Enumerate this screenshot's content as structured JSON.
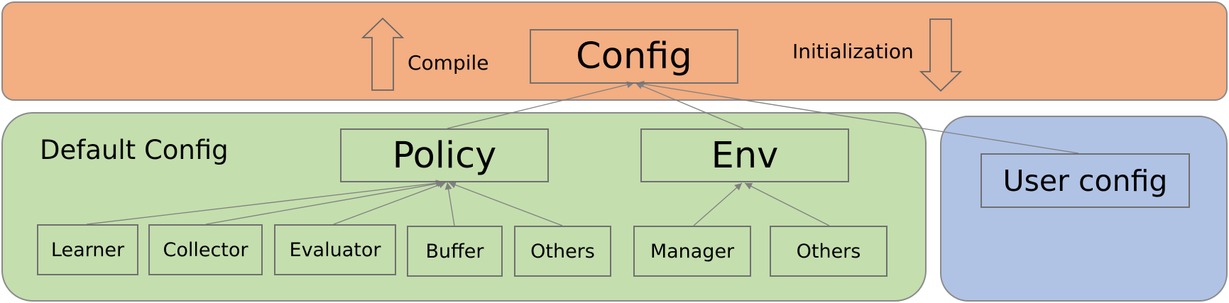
{
  "colors": {
    "top_panel": "#f3ae82",
    "default_panel": "#c4deae",
    "user_panel": "#b0c3e5",
    "box_border": "#707070",
    "arrow": "#808080"
  },
  "top": {
    "config_label": "Config",
    "compile_label": "Compile",
    "initialization_label": "Initialization"
  },
  "default_config": {
    "title": "Default Config",
    "policy_label": "Policy",
    "env_label": "Env",
    "policy_children": [
      "Learner",
      "Collector",
      "Evaluator",
      "Buffer",
      "Others"
    ],
    "env_children": [
      "Manager",
      "Others"
    ]
  },
  "user_config": {
    "label": "User config"
  },
  "icons": {
    "compile_arrow": "up-arrow-icon",
    "initialization_arrow": "down-arrow-icon"
  }
}
